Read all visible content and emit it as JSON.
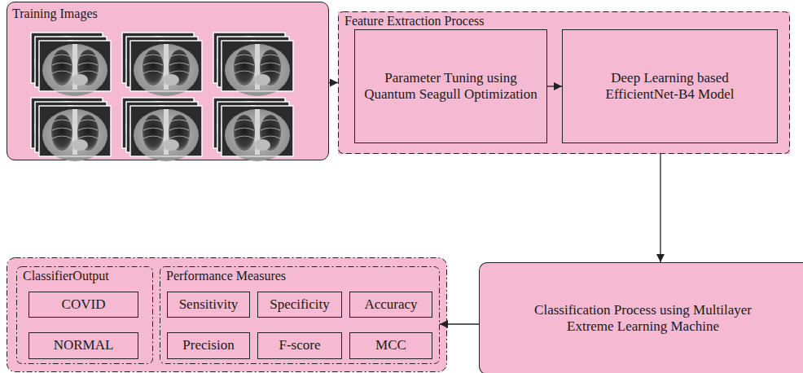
{
  "diagram": {
    "nodes": [
      {
        "text": [
          "Training Images"
        ]
      },
      {
        "text": [
          "Feature Extraction Process"
        ]
      },
      {
        "text": [
          "Parameter Tuning using Quantum Seagull Optimization"
        ],
        "in": 1
      },
      {
        "text": [
          "Deep Learning based EfficientNet-B4 Model"
        ],
        "in": 1
      },
      {
        "text": [
          "Classification Process using Multilayer Extreme Learning Machine"
        ]
      },
      {
        "text": [
          "ClassifierOutput"
        ]
      },
      {
        "text": [
          "COVID"
        ],
        "in": 5
      },
      {
        "text": [
          "NORMAL"
        ],
        "in": 5
      },
      {
        "text": [
          "Performance Measures"
        ]
      },
      {
        "text": [
          "Sensitivity"
        ],
        "in": 8
      },
      {
        "text": [
          "Specificity"
        ],
        "in": 8
      },
      {
        "text": [
          "Accuracy"
        ],
        "in": 8
      },
      {
        "text": [
          "Precision"
        ],
        "in": 8
      },
      {
        "text": [
          "F-score"
        ],
        "in": 8
      },
      {
        "text": [
          "MCC"
        ],
        "in": 8
      }
    ],
    "edges": [
      {
        "from": 0,
        "to": 1,
        "arrow": "to"
      },
      {
        "from": 2,
        "to": 3,
        "arrow": "to"
      },
      {
        "from": 1,
        "to": 4,
        "arrow": "to"
      },
      {
        "from": 4,
        "to": 8,
        "arrow": "to"
      }
    ]
  }
}
